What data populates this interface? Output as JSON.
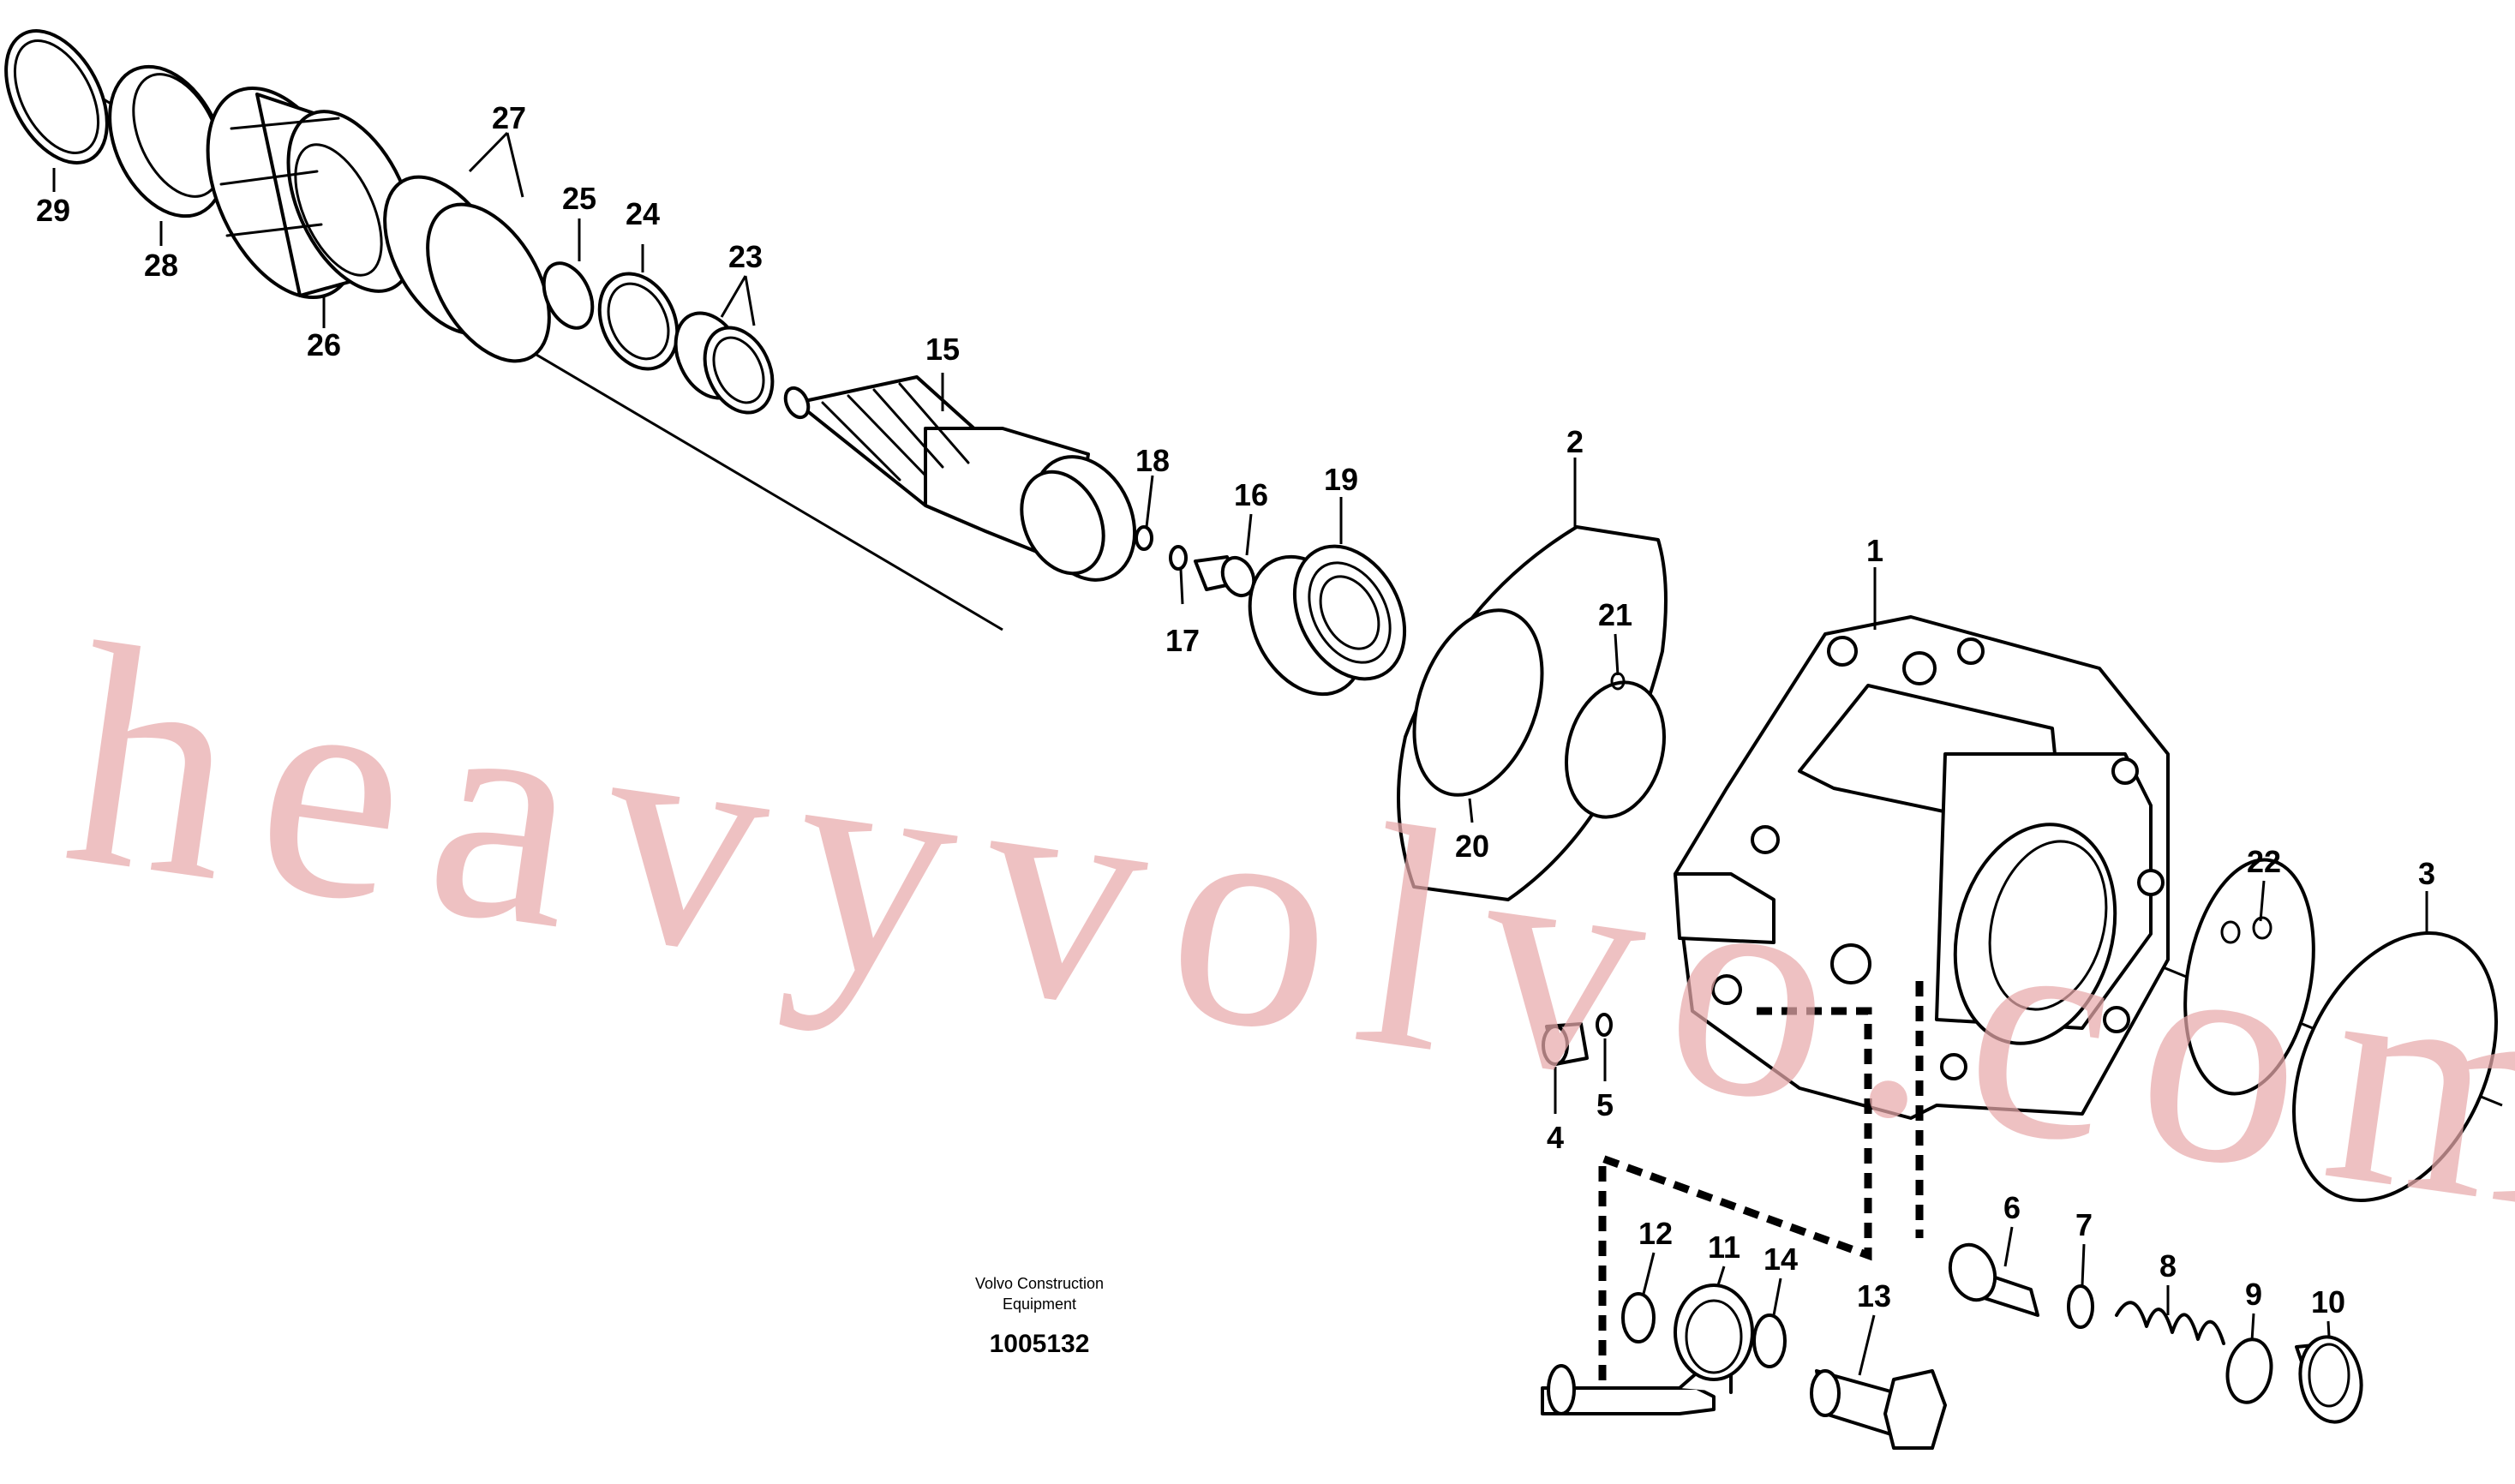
{
  "caption": {
    "company_line1": "Volvo Construction",
    "company_line2": "Equipment",
    "document_number": "1005132"
  },
  "watermark": {
    "text": "heavyvolvo.com",
    "color": "#e8a9ab"
  },
  "callouts": {
    "c1": "1",
    "c2": "2",
    "c3": "3",
    "c4": "4",
    "c5": "5",
    "c6": "6",
    "c7": "7",
    "c8": "8",
    "c9": "9",
    "c10": "10",
    "c11": "11",
    "c12": "12",
    "c13": "13",
    "c14": "14",
    "c15": "15",
    "c16": "16",
    "c17": "17",
    "c18": "18",
    "c19": "19",
    "c20": "20",
    "c21": "21",
    "c22": "22",
    "c23": "23",
    "c24": "24",
    "c25": "25",
    "c26": "26",
    "c27": "27",
    "c28": "28",
    "c29": "29"
  }
}
